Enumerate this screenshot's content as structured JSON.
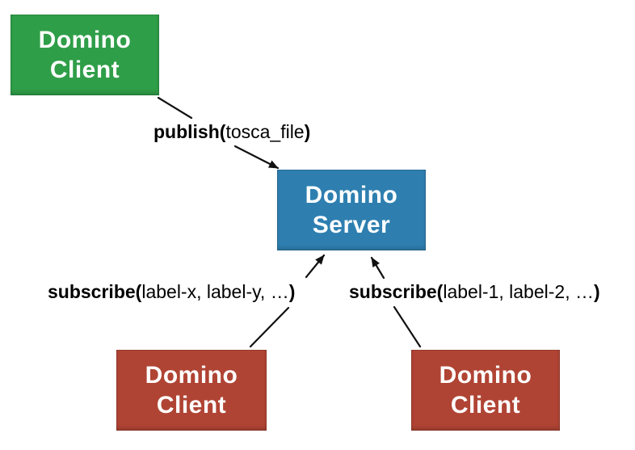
{
  "colors": {
    "background": "#ffffff",
    "node_text": "#ffffff",
    "arrow": "#111111",
    "green": "#2f9e48",
    "blue": "#2e7fb0",
    "red": "#b04434"
  },
  "nodes": [
    {
      "id": "client-publisher",
      "line1": "Domino",
      "line2": "Client",
      "color": "#2f9e48"
    },
    {
      "id": "server",
      "line1": "Domino",
      "line2": "Server",
      "color": "#2e7fb0"
    },
    {
      "id": "client-subscriber-left",
      "line1": "Domino",
      "line2": "Client",
      "color": "#b04434"
    },
    {
      "id": "client-subscriber-right",
      "line1": "Domino",
      "line2": "Client",
      "color": "#b04434"
    }
  ],
  "edges": [
    {
      "id": "publish",
      "call": "publish(",
      "args": "tosca_file",
      "close": ")"
    },
    {
      "id": "subscribe-left",
      "call": "subscribe(",
      "args": "label-x, label-y, …",
      "close": ")"
    },
    {
      "id": "subscribe-right",
      "call": "subscribe(",
      "args": "label-1, label-2, …",
      "close": ")"
    }
  ]
}
